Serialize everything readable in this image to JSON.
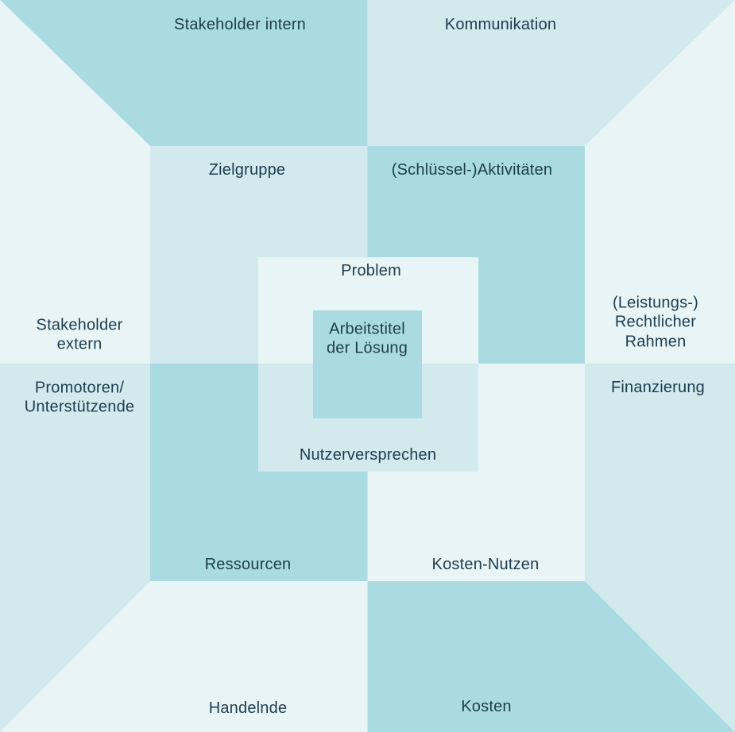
{
  "palette": {
    "dark": "#abdbe2",
    "mid": "#d2e9ed",
    "pale": "#e9f4f6",
    "text": "#1d3c4e"
  },
  "canvas": {
    "outer_ring": {
      "stakeholder_intern": "Stakeholder intern",
      "kommunikation": "Kommunikation",
      "rechtlicher_rahmen": "(Leistungs-)\nRechtlicher\nRahmen",
      "finanzierung": "Finanzierung",
      "kosten": "Kosten",
      "handelnde": "Handelnde",
      "promotoren": "Promotoren/\nUnterstützende",
      "stakeholder_extern": "Stakeholder\nextern"
    },
    "middle_ring": {
      "zielgruppe": "Zielgruppe",
      "aktivitaeten": "(Schlüssel-)Aktivitäten",
      "ressourcen": "Ressourcen",
      "kosten_nutzen": "Kosten-Nutzen"
    },
    "inner_ring": {
      "problem": "Problem",
      "nutzerversprechen": "Nutzerversprechen"
    },
    "center": {
      "arbeitstitel": "Arbeitstitel\nder Lösung"
    }
  }
}
